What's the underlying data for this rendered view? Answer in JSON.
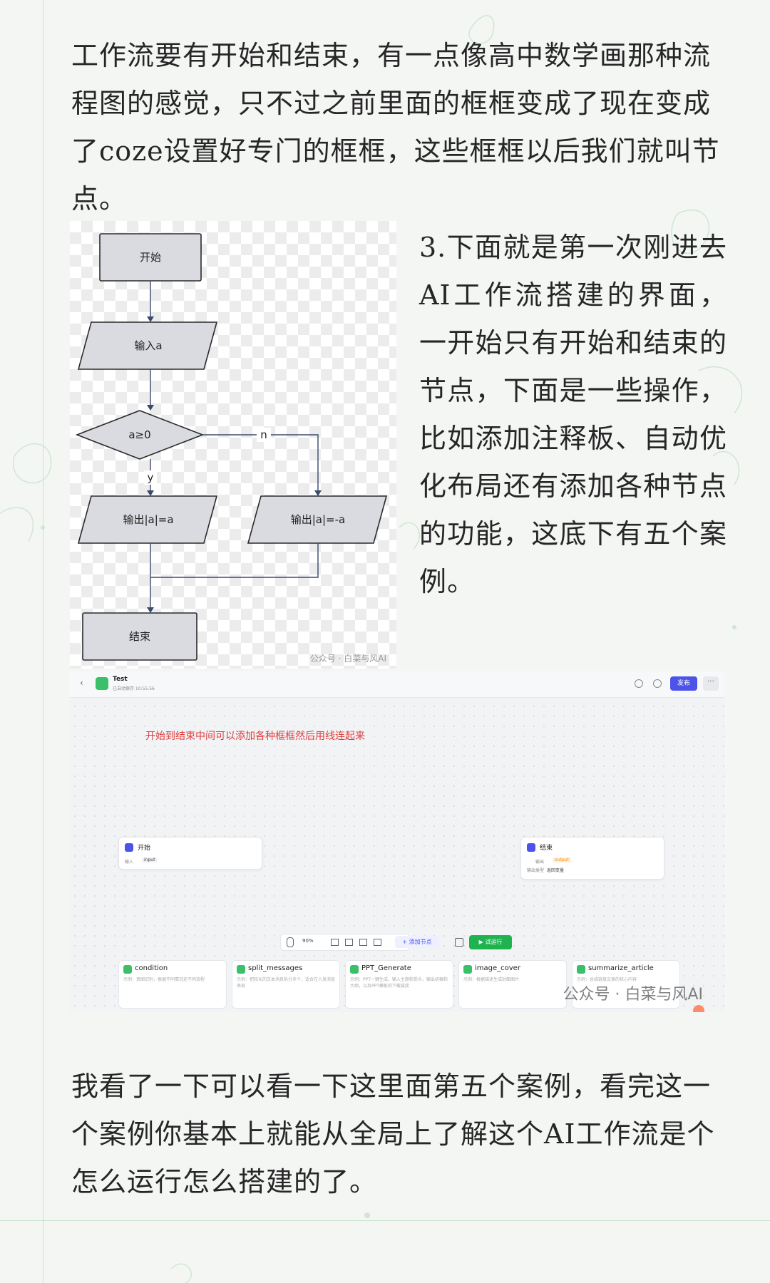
{
  "paragraphs": {
    "p1": "工作流要有开始和结束，有一点像高中数学画那种流程图的感觉，只不过之前里面的框框变成了现在变成了coze设置好专门的框框，这些框框以后我们就叫节点。",
    "p2": "3.下面就是第一次刚进去AI工作流搭建的界面，一开始只有开始和结束的节点，下面是一些操作，比如添加注释板、自动优化布局还有添加各种节点的功能，这底下有五个案例。",
    "p3": "我看了一下可以看一下这里面第五个案例，看完这一个案例你基本上就能从全局上了解这个AI工作流是个怎么运行怎么搭建的了。"
  },
  "flowchart": {
    "start": "开始",
    "input": "输入a",
    "condition": "a≥0",
    "branch_yes": "y",
    "branch_no": "n",
    "output_pos": "输出|a|=a",
    "output_neg": "输出|a|=-a",
    "end": "结束",
    "watermark": "公众号 · 白菜与风AI"
  },
  "screenshot": {
    "back": "‹",
    "title": "Test",
    "autosave": "已自动保存 10:55:56",
    "publish": "发布",
    "more": "···",
    "annotation": "开始到结束中间可以添加各种框框然后用线连起来",
    "start_node": {
      "title": "开始",
      "label": "输入",
      "value": "input"
    },
    "end_node": {
      "title": "结束",
      "label1": "输出",
      "value1": "output",
      "label2": "输出类型",
      "value2": "返回变量"
    },
    "zoom": "90%",
    "add_node": "+ 添加节点",
    "test_run": "▶ 试运行",
    "cases": [
      {
        "name": "condition",
        "desc": "示例：意图识别，根据不同情况走不同流程"
      },
      {
        "name": "split_messages",
        "desc": "示例：把较长的文本消息拆分多个，适合在人发消息表现"
      },
      {
        "name": "PPT_Generate",
        "desc": "示例：PPT一键生成，输入主题和受众，输出初稿和大纲，以及PPT模板的下载链接"
      },
      {
        "name": "image_cover",
        "desc": "示例：根据描述生成封面图片"
      },
      {
        "name": "summarize_article",
        "desc": "示例：总结链接文章的核心内容"
      }
    ],
    "watermark": "公众号 · 白菜与风AI"
  },
  "colors": {
    "accent_green": "#3bbf6a",
    "publish_blue": "#4d53e8",
    "note_red": "#e23b3b",
    "run_green": "#1fb34f"
  }
}
